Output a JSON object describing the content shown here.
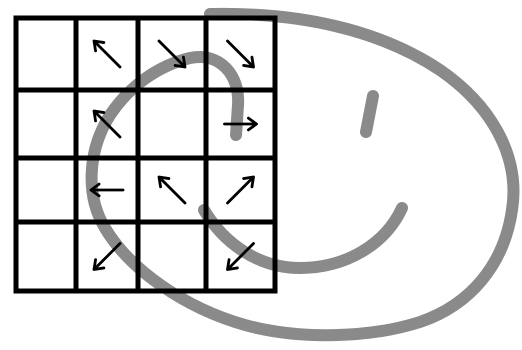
{
  "doodle": {
    "description": "",
    "stroke_color": "#8a8a8a",
    "grid_color": "#000000",
    "background_color": "#ffffff"
  },
  "grid": {
    "rows": 4,
    "cols": 4,
    "cells": [
      [
        {
          "arrow": null
        },
        {
          "arrow": "up-left"
        },
        {
          "arrow": "down-right"
        },
        {
          "arrow": "down-right"
        }
      ],
      [
        {
          "arrow": null
        },
        {
          "arrow": "up-left"
        },
        {
          "arrow": null
        },
        {
          "arrow": "right"
        }
      ],
      [
        {
          "arrow": null
        },
        {
          "arrow": "left"
        },
        {
          "arrow": "up-left"
        },
        {
          "arrow": "up-right"
        }
      ],
      [
        {
          "arrow": null
        },
        {
          "arrow": "down-left"
        },
        {
          "arrow": null
        },
        {
          "arrow": "down-left"
        }
      ]
    ]
  }
}
